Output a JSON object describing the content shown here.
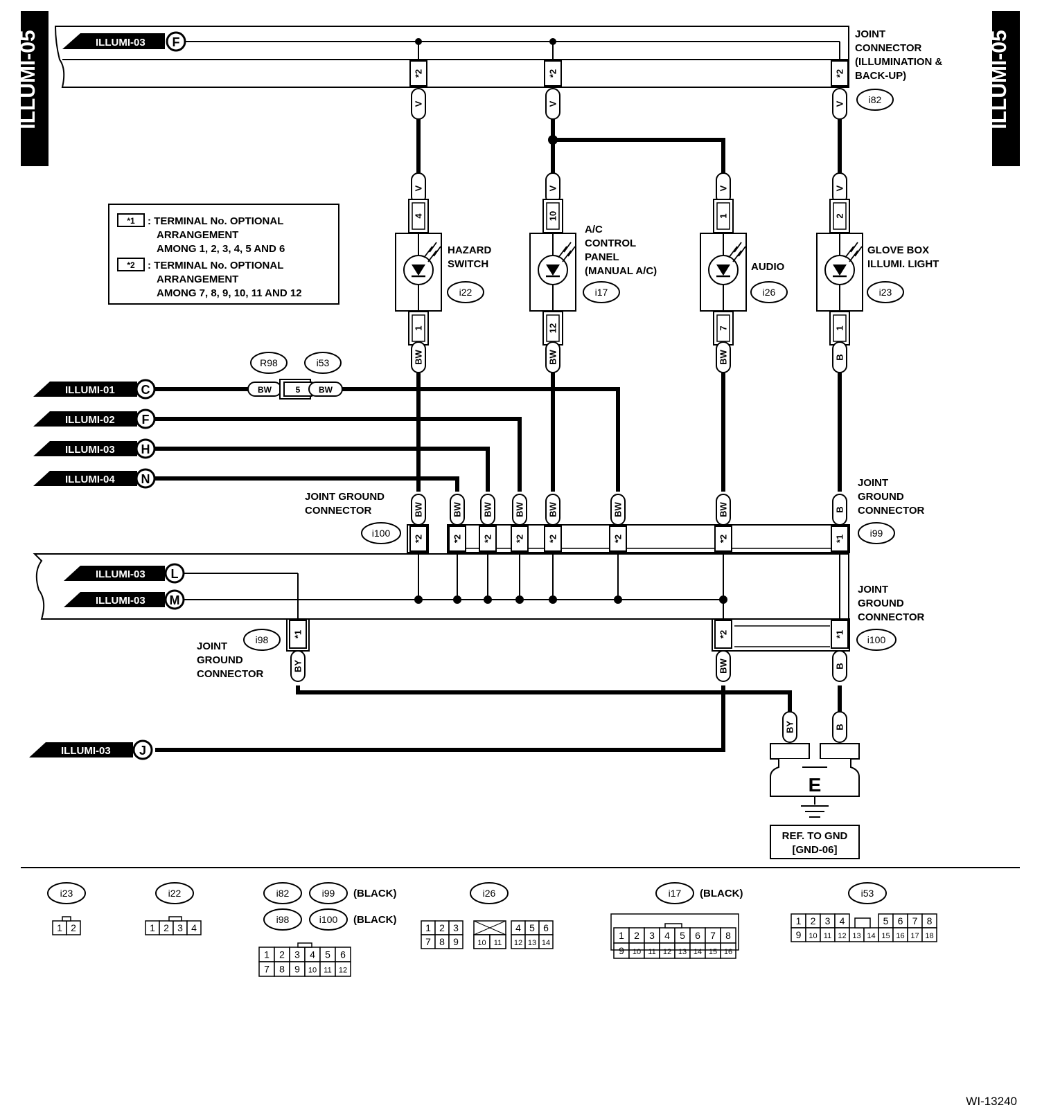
{
  "page_tab": {
    "left": "ILLUMI-05",
    "right": "ILLUMI-05"
  },
  "figure_id": "WI-13240",
  "legend": {
    "items": [
      {
        "mark": "*1",
        "text_lines": [
          ": TERMINAL No. OPTIONAL",
          "ARRANGEMENT",
          "AMONG 1, 2, 3, 4, 5 AND 6"
        ]
      },
      {
        "mark": "*2",
        "text_lines": [
          ": TERMINAL No. OPTIONAL",
          "ARRANGEMENT",
          "AMONG 7, 8, 9, 10, 11 AND 12"
        ]
      }
    ]
  },
  "references": [
    {
      "page": "ILLUMI-03",
      "letter": "F"
    },
    {
      "page": "ILLUMI-01",
      "letter": "C"
    },
    {
      "page": "ILLUMI-02",
      "letter": "F"
    },
    {
      "page": "ILLUMI-03",
      "letter": "H"
    },
    {
      "page": "ILLUMI-04",
      "letter": "N"
    },
    {
      "page": "ILLUMI-03",
      "letter": "L"
    },
    {
      "page": "ILLUMI-03",
      "letter": "M"
    },
    {
      "page": "ILLUMI-03",
      "letter": "J"
    }
  ],
  "joint_connectors": [
    {
      "code": "i82",
      "label_lines": [
        "JOINT",
        "CONNECTOR",
        "(ILLUMINATION &",
        "BACK-UP)"
      ]
    },
    {
      "code": "i99",
      "label_lines": [
        "JOINT",
        "GROUND",
        "CONNECTOR"
      ]
    },
    {
      "code": "i100",
      "label_lines": [
        "JOINT GROUND",
        "CONNECTOR"
      ]
    },
    {
      "code": "i100",
      "label_lines": [
        "JOINT",
        "GROUND",
        "CONNECTOR"
      ]
    },
    {
      "code": "i98",
      "label_lines": [
        "JOINT",
        "GROUND",
        "CONNECTOR"
      ]
    }
  ],
  "components": [
    {
      "code": "i22",
      "label_lines": [
        "HAZARD",
        "SWITCH"
      ],
      "pin_in": "4",
      "pin_out": "1",
      "wire_in": "V",
      "wire_out": "BW"
    },
    {
      "code": "i17",
      "label_lines": [
        "A/C",
        "CONTROL",
        "PANEL",
        "(MANUAL A/C)"
      ],
      "pin_in": "10",
      "pin_out": "12",
      "wire_in": "V",
      "wire_out": "BW"
    },
    {
      "code": "i26",
      "label_lines": [
        "AUDIO"
      ],
      "pin_in": "1",
      "pin_out": "7",
      "wire_in": "V",
      "wire_out": "BW"
    },
    {
      "code": "i23",
      "label_lines": [
        "GLOVE BOX",
        "ILLUMI. LIGHT"
      ],
      "pin_in": "2",
      "pin_out": "1",
      "wire_in": "V",
      "wire_out": "B"
    }
  ],
  "inline_connector": {
    "codes": [
      "R98",
      "i53"
    ],
    "pin": "5",
    "wire_left": "BW",
    "wire_right": "BW"
  },
  "wire_colors": {
    "V": "V",
    "BW": "BW",
    "B": "B",
    "BY": "BY"
  },
  "terminal_marks": {
    "star1": "*1",
    "star2": "*2"
  },
  "ground": {
    "letter": "E",
    "ref_lines": [
      "REF. TO GND",
      "[GND-06]"
    ]
  },
  "connector_views": [
    {
      "codes": [
        "i23"
      ],
      "note": "",
      "rows": [
        [
          "1",
          "2"
        ]
      ]
    },
    {
      "codes": [
        "i22"
      ],
      "note": "",
      "rows": [
        [
          "1",
          "2",
          "3",
          "4"
        ]
      ]
    },
    {
      "codes": [
        "i82",
        "i99",
        "i98",
        "i100"
      ],
      "note": "(BLACK)",
      "rows": [
        [
          "1",
          "2",
          "3",
          "4",
          "5",
          "6"
        ],
        [
          "7",
          "8",
          "9",
          "10",
          "11",
          "12"
        ]
      ]
    },
    {
      "codes": [
        "i26"
      ],
      "note": "",
      "rows": [
        [
          "1",
          "2",
          "3",
          "",
          "4",
          "5",
          "6"
        ],
        [
          "7",
          "8",
          "9",
          "10",
          "11",
          "12",
          "13",
          "14"
        ]
      ]
    },
    {
      "codes": [
        "i17"
      ],
      "note": "(BLACK)",
      "rows": [
        [
          "1",
          "2",
          "3",
          "4",
          "5",
          "6",
          "7",
          "8"
        ],
        [
          "9",
          "10",
          "11",
          "12",
          "13",
          "14",
          "15",
          "16"
        ]
      ]
    },
    {
      "codes": [
        "i53"
      ],
      "note": "",
      "rows": [
        [
          "1",
          "2",
          "3",
          "4",
          "",
          "5",
          "6",
          "7",
          "8"
        ],
        [
          "9",
          "10",
          "11",
          "12",
          "13",
          "14",
          "15",
          "16",
          "17",
          "18"
        ]
      ]
    }
  ]
}
